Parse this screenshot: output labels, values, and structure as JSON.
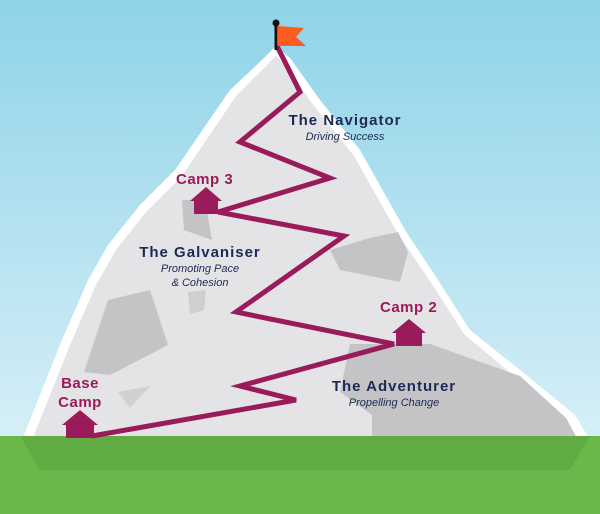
{
  "colors": {
    "sky_top": "#8fd3e8",
    "sky_bottom": "#d6eff7",
    "mountain": "#e4e4e6",
    "mountain_edge": "#ffffff",
    "rock": "#c4c4c6",
    "path": "#9a1b5b",
    "hut": "#9a1b5b",
    "flag": "#ff5a1f",
    "grass": "#6bb84a",
    "title_text": "#1e2a55"
  },
  "camps": {
    "base": {
      "line1": "Base",
      "line2": "Camp"
    },
    "camp2": "Camp 2",
    "camp3": "Camp 3"
  },
  "stages": {
    "navigator": {
      "title": "The Navigator",
      "subtitle": "Driving Success"
    },
    "galvaniser": {
      "title": "The Galvaniser",
      "subtitle_line1": "Promoting Pace",
      "subtitle_line2": "& Cohesion"
    },
    "adventurer": {
      "title": "The Adventurer",
      "subtitle": "Propelling Change"
    }
  }
}
